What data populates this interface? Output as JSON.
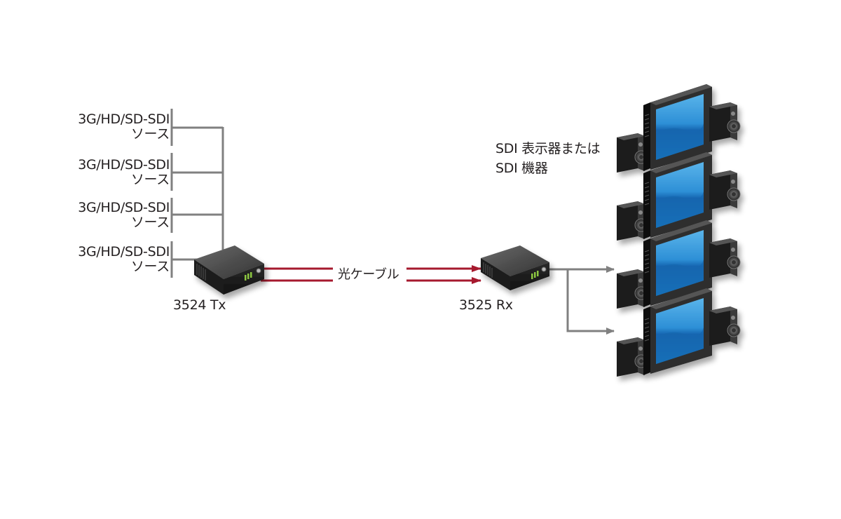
{
  "diagram": {
    "sources": [
      {
        "line1": "3G/HD/SD-SDI",
        "line2": "ソース"
      },
      {
        "line1": "3G/HD/SD-SDI",
        "line2": "ソース"
      },
      {
        "line1": "3G/HD/SD-SDI",
        "line2": "ソース"
      },
      {
        "line1": "3G/HD/SD-SDI",
        "line2": "ソース"
      }
    ],
    "transmitter": {
      "label": "3524  Tx"
    },
    "receiver": {
      "label": "3525  Rx"
    },
    "cable": {
      "label": "光ケーブル"
    },
    "displays": {
      "label_line1": "SDI 表示器または",
      "label_line2": "SDI 機器",
      "count": 4
    },
    "colors": {
      "connector_gray": "#808080",
      "fiber_red": "#a6192e",
      "device_body": "#2b2b2b",
      "screen_blue": "#1f7fc8",
      "led_green": "#8cc63f"
    }
  }
}
